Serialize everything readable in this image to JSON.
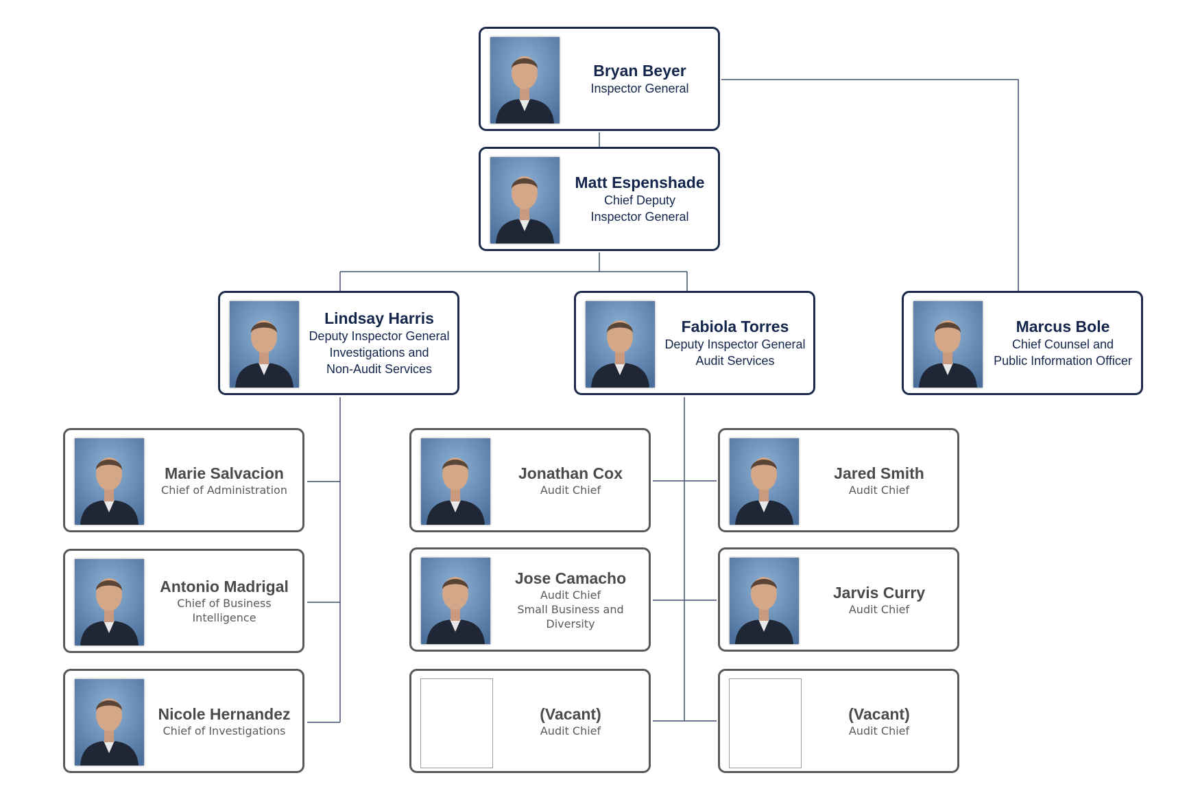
{
  "chart_title": "",
  "colors": {
    "executive_border": "#1b2a4a",
    "staff_border": "#595959",
    "connector": "#3d4f6e",
    "photo_background": "#4a6f9a"
  },
  "people": {
    "inspector_general": {
      "name": "Bryan Beyer",
      "title_lines": [
        "Inspector General"
      ],
      "photo": "portrait-photo"
    },
    "chief_deputy": {
      "name": "Matt Espenshade",
      "title_lines": [
        "Chief Deputy",
        "Inspector General"
      ],
      "photo": "portrait-photo"
    },
    "deputy_investigations": {
      "name": "Lindsay Harris",
      "title_lines": [
        "Deputy Inspector General",
        "Investigations and",
        "Non-Audit Services"
      ],
      "photo": "portrait-photo"
    },
    "deputy_audit": {
      "name": "Fabiola Torres",
      "title_lines": [
        "Deputy Inspector General",
        "Audit Services"
      ],
      "photo": "portrait-photo"
    },
    "chief_counsel": {
      "name": "Marcus Bole",
      "title_lines": [
        "Chief Counsel and",
        "Public Information Officer"
      ],
      "photo": "portrait-photo"
    },
    "chief_administration": {
      "name": "Marie Salvacion",
      "title_lines": [
        "Chief of Administration"
      ],
      "photo": "portrait-photo"
    },
    "chief_business_intelligence": {
      "name": "Antonio Madrigal",
      "title_lines": [
        "Chief of Business",
        "Intelligence"
      ],
      "photo": "portrait-photo"
    },
    "chief_investigations": {
      "name": "Nicole Hernandez",
      "title_lines": [
        "Chief of Investigations"
      ],
      "photo": "portrait-photo"
    },
    "audit_chief_1": {
      "name": "Jonathan Cox",
      "title_lines": [
        "Audit Chief"
      ],
      "photo": "portrait-photo"
    },
    "audit_chief_2": {
      "name": "Jose Camacho",
      "title_lines": [
        "Audit Chief",
        "Small Business and",
        "Diversity"
      ],
      "photo": "portrait-photo"
    },
    "audit_chief_3": {
      "name": "(Vacant)",
      "title_lines": [
        "Audit Chief"
      ],
      "photo": "empty-photo-frame"
    },
    "audit_chief_4": {
      "name": "Jared Smith",
      "title_lines": [
        "Audit Chief"
      ],
      "photo": "portrait-photo"
    },
    "audit_chief_5": {
      "name": "Jarvis Curry",
      "title_lines": [
        "Audit Chief"
      ],
      "photo": "portrait-photo"
    },
    "audit_chief_6": {
      "name": "(Vacant)",
      "title_lines": [
        "Audit Chief"
      ],
      "photo": "empty-photo-frame"
    }
  },
  "reporting_lines": [
    [
      "inspector_general",
      "chief_deputy"
    ],
    [
      "inspector_general",
      "chief_counsel"
    ],
    [
      "chief_deputy",
      "deputy_investigations"
    ],
    [
      "chief_deputy",
      "deputy_audit"
    ],
    [
      "deputy_investigations",
      "chief_administration"
    ],
    [
      "deputy_investigations",
      "chief_business_intelligence"
    ],
    [
      "deputy_investigations",
      "chief_investigations"
    ],
    [
      "deputy_audit",
      "audit_chief_1"
    ],
    [
      "deputy_audit",
      "audit_chief_2"
    ],
    [
      "deputy_audit",
      "audit_chief_3"
    ],
    [
      "deputy_audit",
      "audit_chief_4"
    ],
    [
      "deputy_audit",
      "audit_chief_5"
    ],
    [
      "deputy_audit",
      "audit_chief_6"
    ]
  ]
}
